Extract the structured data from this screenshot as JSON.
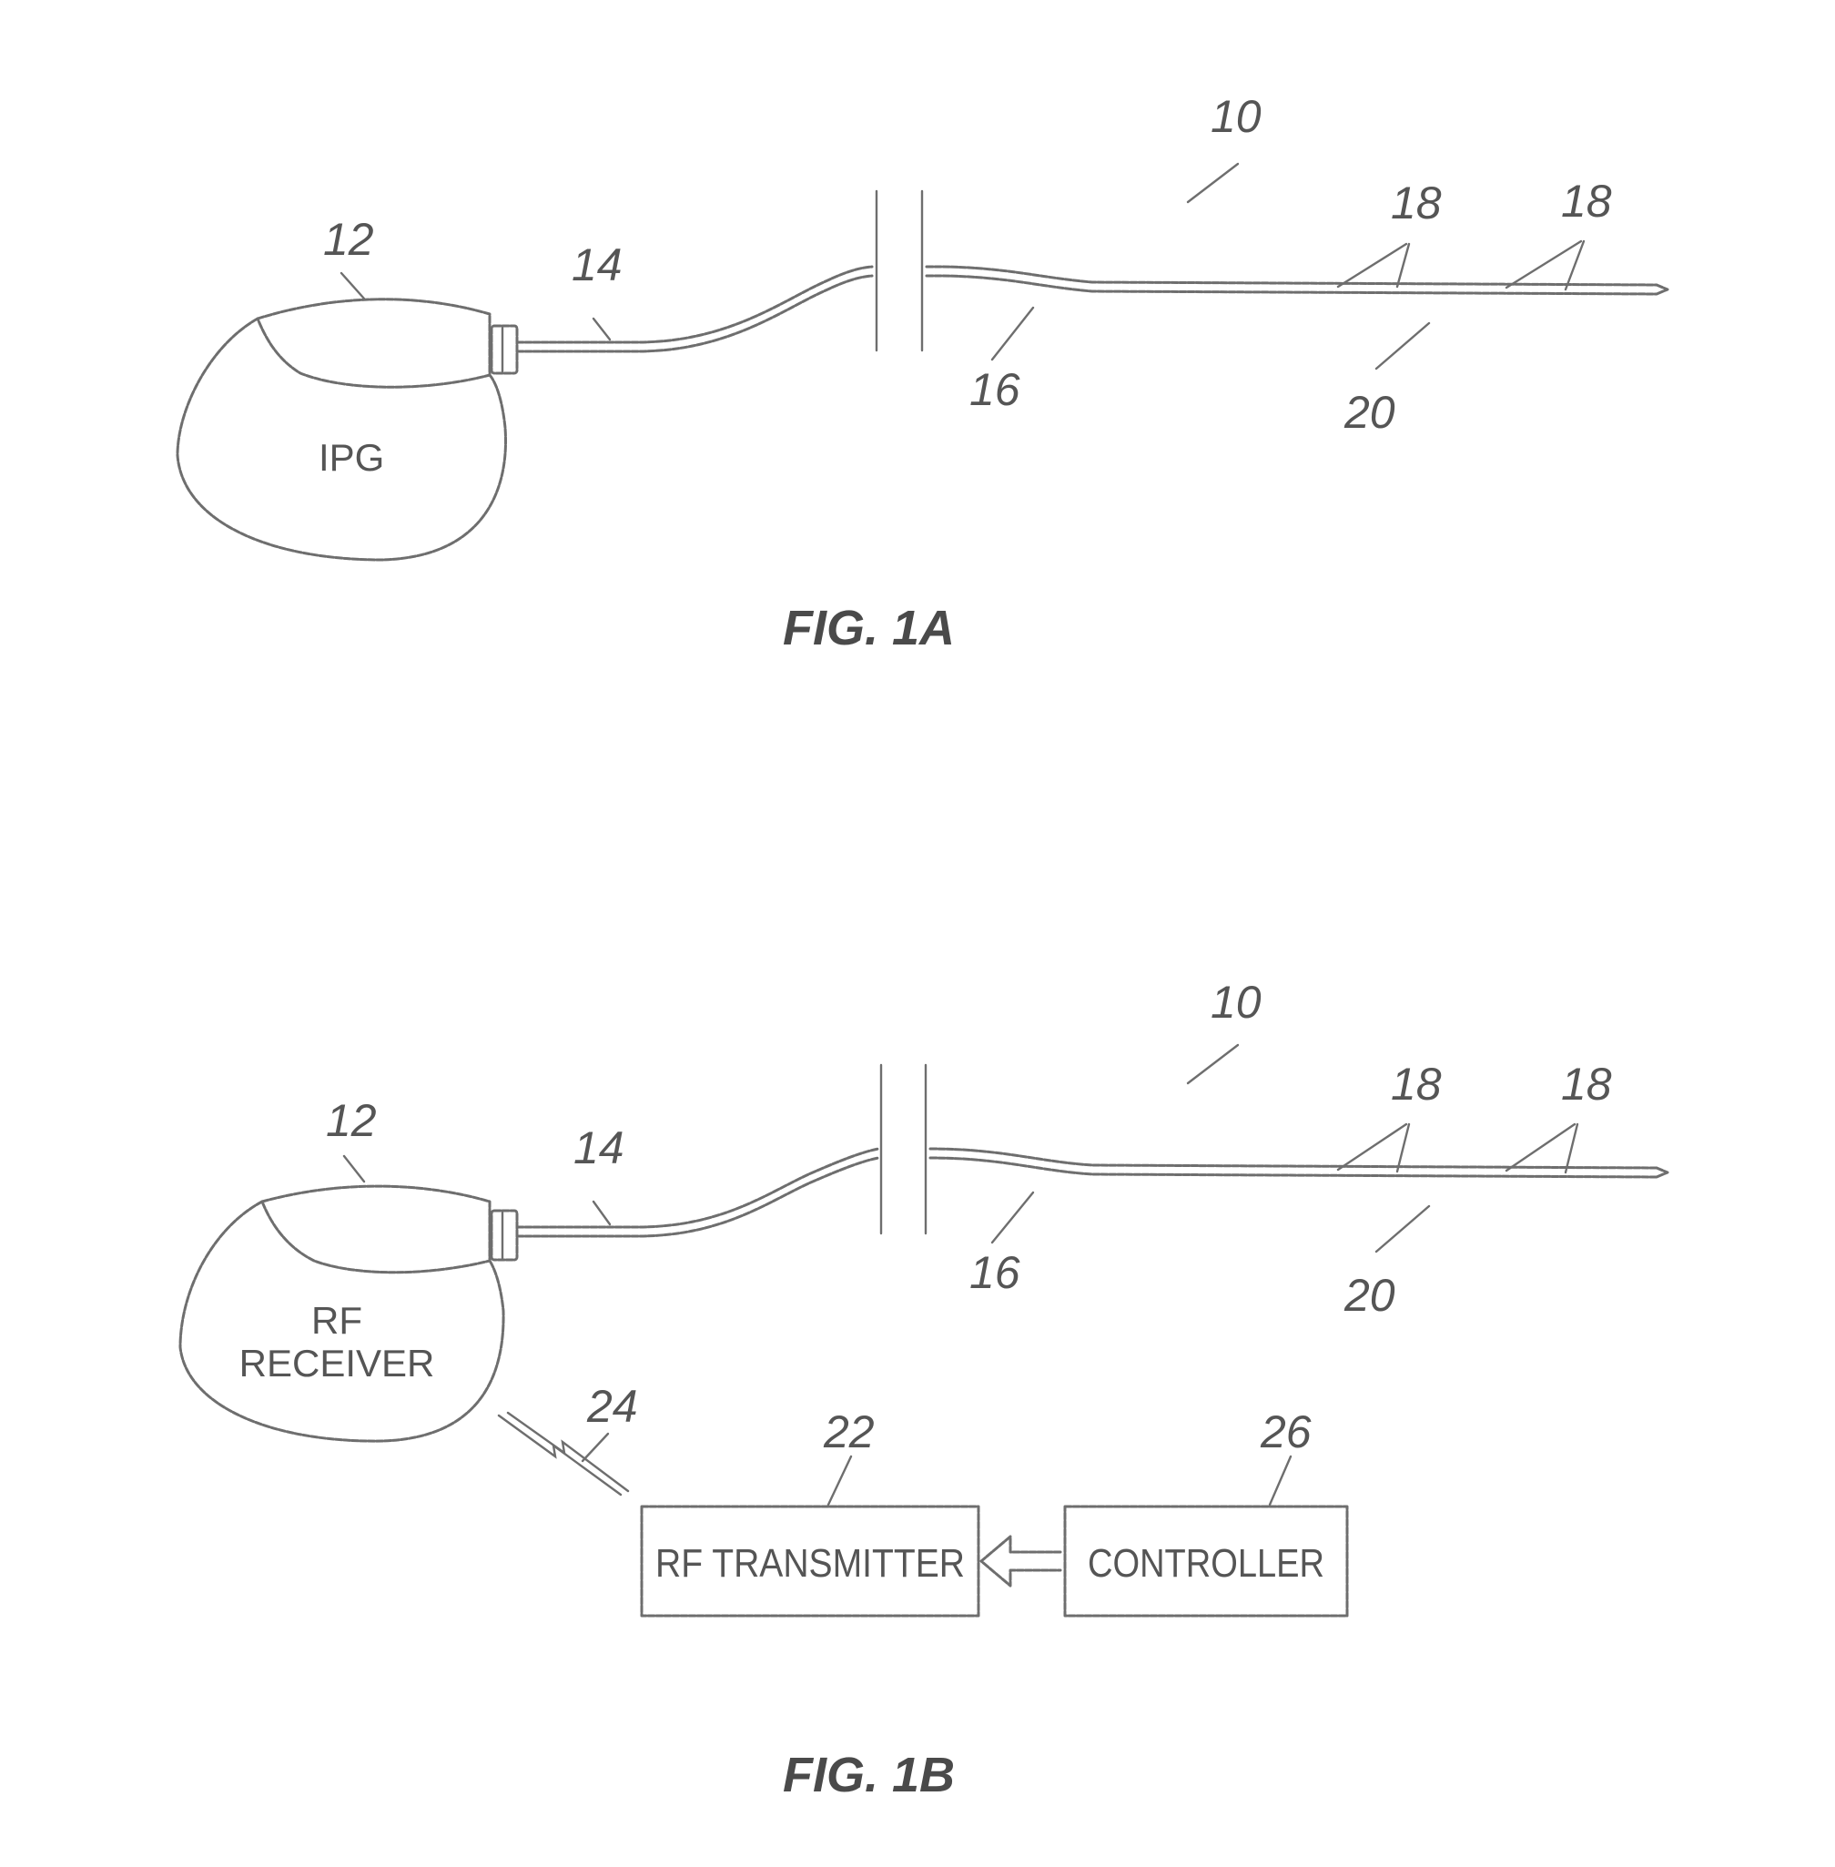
{
  "fig_1a": {
    "caption": "FIG. 1A",
    "ref_system": "10",
    "ref_device": "12",
    "ref_lead_proximal": "14",
    "ref_lead_body": "16",
    "ref_electrode_a": "18",
    "ref_electrode_b": "18",
    "ref_lead_distal": "20",
    "device_label": "IPG"
  },
  "fig_1b": {
    "caption": "FIG. 1B",
    "ref_system": "10",
    "ref_device": "12",
    "ref_lead_proximal": "14",
    "ref_lead_body": "16",
    "ref_electrode_a": "18",
    "ref_electrode_b": "18",
    "ref_lead_distal": "20",
    "ref_rf_link": "24",
    "ref_transmitter": "22",
    "ref_controller": "26",
    "device_label_line1": "RF",
    "device_label_line2": "RECEIVER",
    "transmitter_label": "RF TRANSMITTER",
    "controller_label": "CONTROLLER"
  }
}
